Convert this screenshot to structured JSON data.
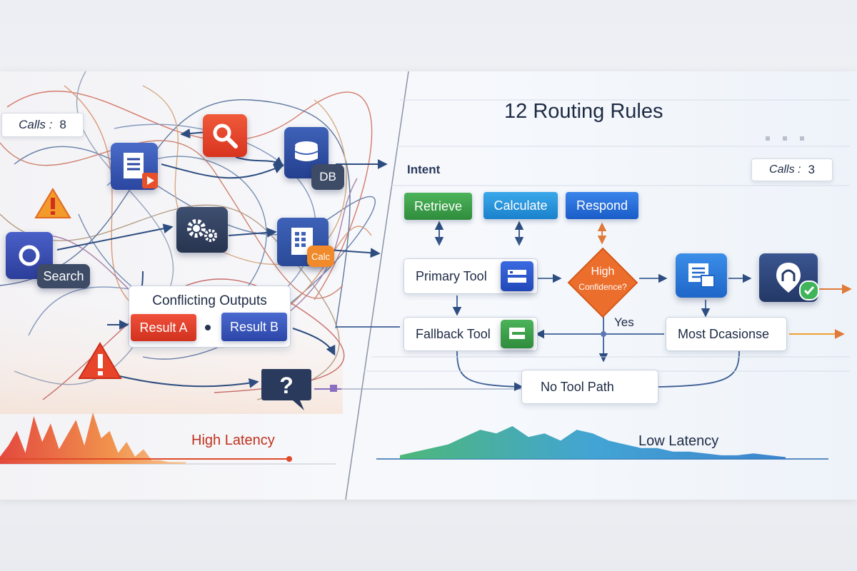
{
  "left": {
    "calls_label": "Calls :",
    "calls_value": "8",
    "search_label": "Search",
    "db_label": "DB",
    "calc_label": "Calc",
    "conflict_title": "Conflicting Outputs",
    "result_a": "Result A",
    "result_b": "Result B",
    "latency_label": "High Latency",
    "icons": [
      "search-icon",
      "document-icon",
      "db-icon",
      "gear-icon",
      "spreadsheet-icon",
      "warning-icon",
      "question-icon"
    ]
  },
  "right": {
    "title": "12 Routing Rules",
    "intent_label": "Intent",
    "calls_label": "Calls :",
    "calls_value": "3",
    "buttons": [
      "Retrieve",
      "Calculate",
      "Respond"
    ],
    "primary_tool": "Primary Tool",
    "decision": "High Confidence?",
    "decision_line1": "High",
    "decision_line2": "Confidence?",
    "yes_label": "Yes",
    "fallback_tool": "Fallback Tool",
    "most_response": "Most Dcasionse",
    "no_tool_path": "No Tool Path",
    "latency_label": "Low Latency"
  },
  "colors": {
    "retrieve": "#3aa04a",
    "calculate": "#1f8fdc",
    "respond": "#1f6fd8",
    "decision": "#ea6a2a",
    "high_latency": "#d6402a",
    "low_latency_green": "#4fb36a",
    "low_latency_blue": "#2c8ad0",
    "arrow": "#2d4d80"
  },
  "chart_data": [
    {
      "type": "area",
      "title": "High Latency",
      "series": [
        {
          "values": [
            2,
            5,
            9,
            3,
            13,
            6,
            11,
            4,
            8,
            12,
            5,
            14,
            7,
            9,
            3,
            6,
            2,
            4,
            1,
            1,
            0.5,
            0.5,
            0.5
          ]
        }
      ]
    },
    {
      "type": "area",
      "title": "Low Latency",
      "series": [
        {
          "values": [
            1,
            2,
            3,
            4,
            6,
            8,
            7,
            9,
            6,
            7,
            5,
            8,
            7,
            5,
            4,
            3,
            3,
            2,
            2,
            1.5,
            1,
            1,
            1.5,
            1,
            0.5
          ]
        }
      ]
    }
  ]
}
